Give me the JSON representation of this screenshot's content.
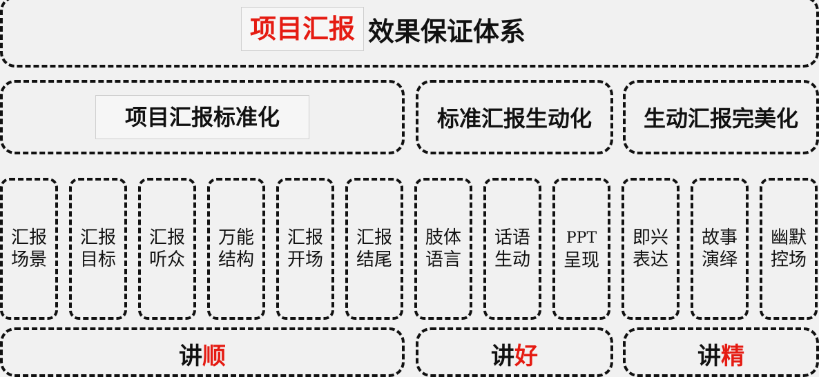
{
  "title": {
    "highlight": "项目汇报",
    "rest": "效果保证体系"
  },
  "groups": [
    {
      "label": "项目汇报标准化"
    },
    {
      "label": "标准汇报生动化"
    },
    {
      "label": "生动汇报完美化"
    }
  ],
  "items": [
    {
      "line1": "汇报",
      "line2": "场景"
    },
    {
      "line1": "汇报",
      "line2": "目标"
    },
    {
      "line1": "汇报",
      "line2": "听众"
    },
    {
      "line1": "万能",
      "line2": "结构"
    },
    {
      "line1": "汇报",
      "line2": "开场"
    },
    {
      "line1": "汇报",
      "line2": "结尾"
    },
    {
      "line1": "肢体",
      "line2": "语言"
    },
    {
      "line1": "话语",
      "line2": "生动"
    },
    {
      "line1": "PPT",
      "line2": "呈现"
    },
    {
      "line1": "即兴",
      "line2": "表达"
    },
    {
      "line1": "故事",
      "line2": "演绎"
    },
    {
      "line1": "幽默",
      "line2": "控场"
    }
  ],
  "bottoms": [
    {
      "prefix": "讲",
      "accent": "顺"
    },
    {
      "prefix": "讲",
      "accent": "好"
    },
    {
      "prefix": "讲",
      "accent": "精"
    }
  ],
  "colors": {
    "accent": "#e51b12",
    "text": "#111111",
    "background": "#f1f1f1"
  }
}
